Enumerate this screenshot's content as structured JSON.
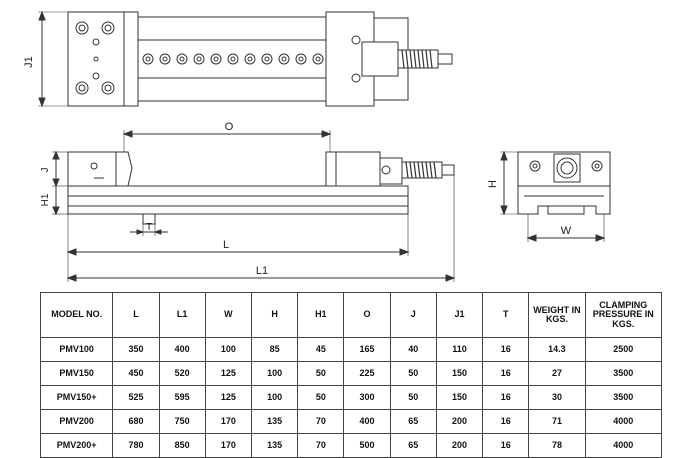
{
  "dimensions": {
    "J1": "J1",
    "O": "O",
    "J": "J",
    "H1": "H1",
    "T": "T",
    "L": "L",
    "L1": "L1",
    "H": "H",
    "W": "W"
  },
  "table": {
    "headers": [
      "MODEL NO.",
      "L",
      "L1",
      "W",
      "H",
      "H1",
      "O",
      "J",
      "J1",
      "T",
      "WEIGHT IN KGS.",
      "CLAMPING PRESSURE IN KGS."
    ],
    "rows": [
      [
        "PMV100",
        "350",
        "400",
        "100",
        "85",
        "45",
        "165",
        "40",
        "110",
        "16",
        "14.3",
        "2500"
      ],
      [
        "PMV150",
        "450",
        "520",
        "125",
        "100",
        "50",
        "225",
        "50",
        "150",
        "16",
        "27",
        "3500"
      ],
      [
        "PMV150+",
        "525",
        "595",
        "125",
        "100",
        "50",
        "300",
        "50",
        "150",
        "16",
        "30",
        "3500"
      ],
      [
        "PMV200",
        "680",
        "750",
        "170",
        "135",
        "70",
        "400",
        "65",
        "200",
        "16",
        "71",
        "4000"
      ],
      [
        "PMV200+",
        "780",
        "850",
        "170",
        "135",
        "70",
        "500",
        "65",
        "200",
        "16",
        "78",
        "4000"
      ]
    ]
  }
}
